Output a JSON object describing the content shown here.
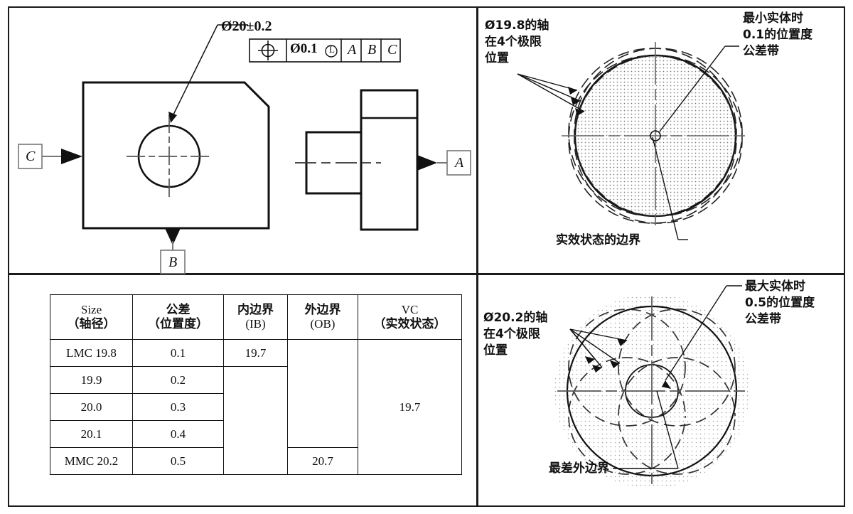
{
  "figure": {
    "title": "GD&T position tolerance at LMC illustration",
    "layout": "four quadrants divided by a rectangular border"
  },
  "top_left": {
    "dimension_label": "Ø20±0.2",
    "feature_control_frame": {
      "symbol": "position-symbol",
      "tolerance": "Ø0.1Ⓛ",
      "tolerance_value": "Ø0.1",
      "material_modifier": "L",
      "datums": [
        "A",
        "B",
        "C"
      ]
    },
    "datum_a": "A",
    "datum_b": "B",
    "datum_c": "C"
  },
  "top_right": {
    "left_note": [
      "Ø19.8的轴",
      "在4个极限",
      "位置"
    ],
    "right_note": [
      "最小实体时",
      "0.1的位置度",
      "公差带"
    ],
    "bottom_note": "实效状态的边界"
  },
  "bottom_right": {
    "left_note": [
      "Ø20.2的轴",
      "在4个极限",
      "位置"
    ],
    "right_note": [
      "最大实体时",
      "0.5的位置度",
      "公差带"
    ],
    "bottom_note": "最差外边界"
  },
  "chart_data": {
    "type": "table",
    "title": "",
    "columns": [
      {
        "l1": "Size",
        "l2": "（轴径）",
        "l1_cn": false,
        "l2_cn": true
      },
      {
        "l1": "公差",
        "l2": "（位置度）",
        "l1_cn": true,
        "l2_cn": true
      },
      {
        "l1": "内边界",
        "l2": "(IB)",
        "l1_cn": true,
        "l2_cn": false
      },
      {
        "l1": "外边界",
        "l2": "(OB)",
        "l1_cn": true,
        "l2_cn": false
      },
      {
        "l1": "VC",
        "l2": "（实效状态）",
        "l1_cn": false,
        "l2_cn": true
      }
    ],
    "rows": [
      {
        "size": "LMC 19.8",
        "tolerance": "0.1",
        "ib": "19.7",
        "ob": "",
        "vc": ""
      },
      {
        "size": "19.9",
        "tolerance": "0.2",
        "ib": "",
        "ob": "",
        "vc": ""
      },
      {
        "size": "20.0",
        "tolerance": "0.3",
        "ib": "",
        "ob": "",
        "vc": "19.7"
      },
      {
        "size": "20.1",
        "tolerance": "0.4",
        "ib": "",
        "ob": "",
        "vc": ""
      },
      {
        "size": "MMC 20.2",
        "tolerance": "0.5",
        "ib": "",
        "ob": "20.7",
        "vc": ""
      }
    ],
    "merged": {
      "ib": "rows 2-5 merged blank below value 19.7",
      "ob": "rows 1-4 merged blank above value 20.7",
      "vc": "rows 1-5 merged with single value 19.7"
    }
  },
  "colors": {
    "line": "#111111",
    "border": "#1a1a1a",
    "centerline": "#555555",
    "stipple": "#8c8c8c"
  }
}
